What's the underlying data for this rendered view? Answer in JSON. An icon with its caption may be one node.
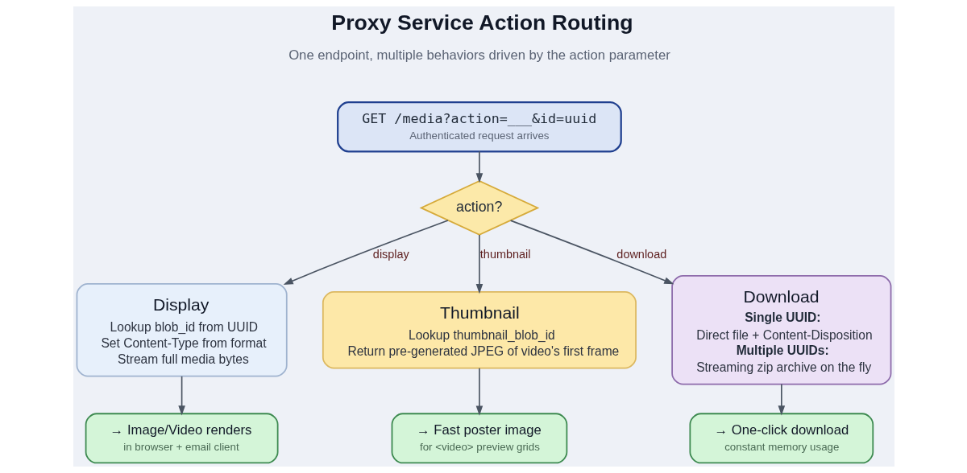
{
  "diagram": {
    "title": "Proxy Service Action Routing",
    "nodes": [
      {
        "text": [
          "GET /media?action=___&id=uuid",
          "Authenticated request arrives"
        ]
      },
      {
        "text": [
          "action?"
        ]
      },
      {
        "text": [
          "Display",
          "Lookup blob_id from UUID",
          "Set Content-Type from format",
          "Stream full media bytes"
        ]
      },
      {
        "text": [
          "Thumbnail",
          "Lookup thumbnail_blob_id",
          "Return pre-generated JPEG of video's first frame"
        ]
      },
      {
        "text": [
          "Download",
          "Single UUID:",
          "Direct file + Content-Disposition",
          "Multiple UUIDs:",
          "Streaming zip archive on the fly"
        ]
      },
      {
        "text": [
          "→ Image/Video renders",
          "in browser + email client"
        ]
      },
      {
        "text": [
          "→ Fast poster image",
          "for <video> preview grids"
        ]
      },
      {
        "text": [
          "→ One-click download",
          "constant memory usage"
        ]
      }
    ],
    "edges": [
      {
        "from": 0,
        "to": 1,
        "arrow": "to"
      },
      {
        "from": 1,
        "to": 2,
        "arrow": "to",
        "label": "display"
      },
      {
        "from": 1,
        "to": 3,
        "arrow": "to",
        "label": "thumbnail"
      },
      {
        "from": 1,
        "to": 4,
        "arrow": "to",
        "label": "download"
      },
      {
        "from": 2,
        "to": 5,
        "arrow": "to"
      },
      {
        "from": 3,
        "to": 6,
        "arrow": "to"
      },
      {
        "from": 4,
        "to": 7,
        "arrow": "to"
      }
    ],
    "labels": [
      "One endpoint, multiple behaviors driven by the action parameter"
    ]
  }
}
